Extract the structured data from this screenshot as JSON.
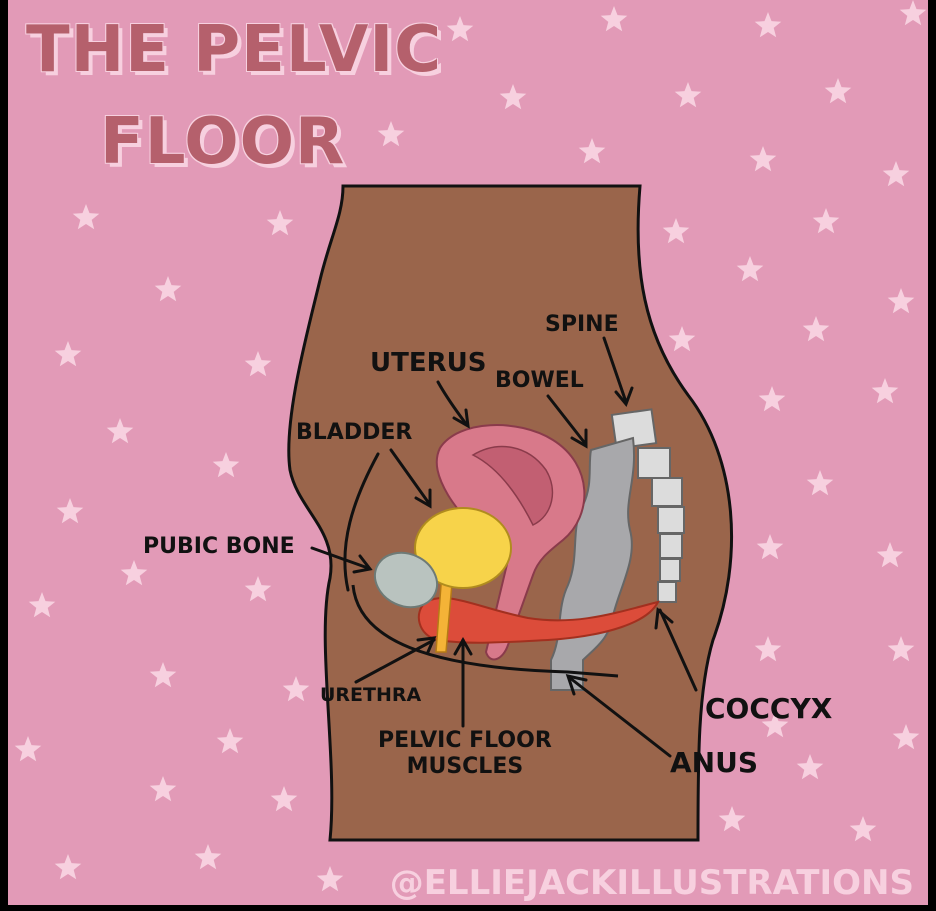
{
  "title": {
    "line1": "THE PELVIC",
    "line2": "FLOOR"
  },
  "labels": {
    "spine": "SPINE",
    "uterus": "UTERUS",
    "bowel": "BOWEL",
    "bladder": "BLADDER",
    "pubic_bone": "PUBIC BONE",
    "urethra": "URETHRA",
    "pelvic_floor_muscles_line1": "PELVIC FLOOR",
    "pelvic_floor_muscles_line2": "MUSCLES",
    "coccyx": "COCCYX",
    "anus": "ANUS"
  },
  "credit": "@ELLIEJACKILLUSTRATIONS",
  "colors": {
    "background": "#e29ab7",
    "stars": "#f7d0df",
    "body": "#9a654b",
    "bladder": "#f7d34a",
    "uterus": "#d8798a",
    "bowel": "#a8a8ab",
    "spine": "#dcdcdc",
    "pubic_bone": "#b9c3bf",
    "muscles": "#dc4c3a",
    "urethra": "#f4b337",
    "title": "#b5606c"
  }
}
